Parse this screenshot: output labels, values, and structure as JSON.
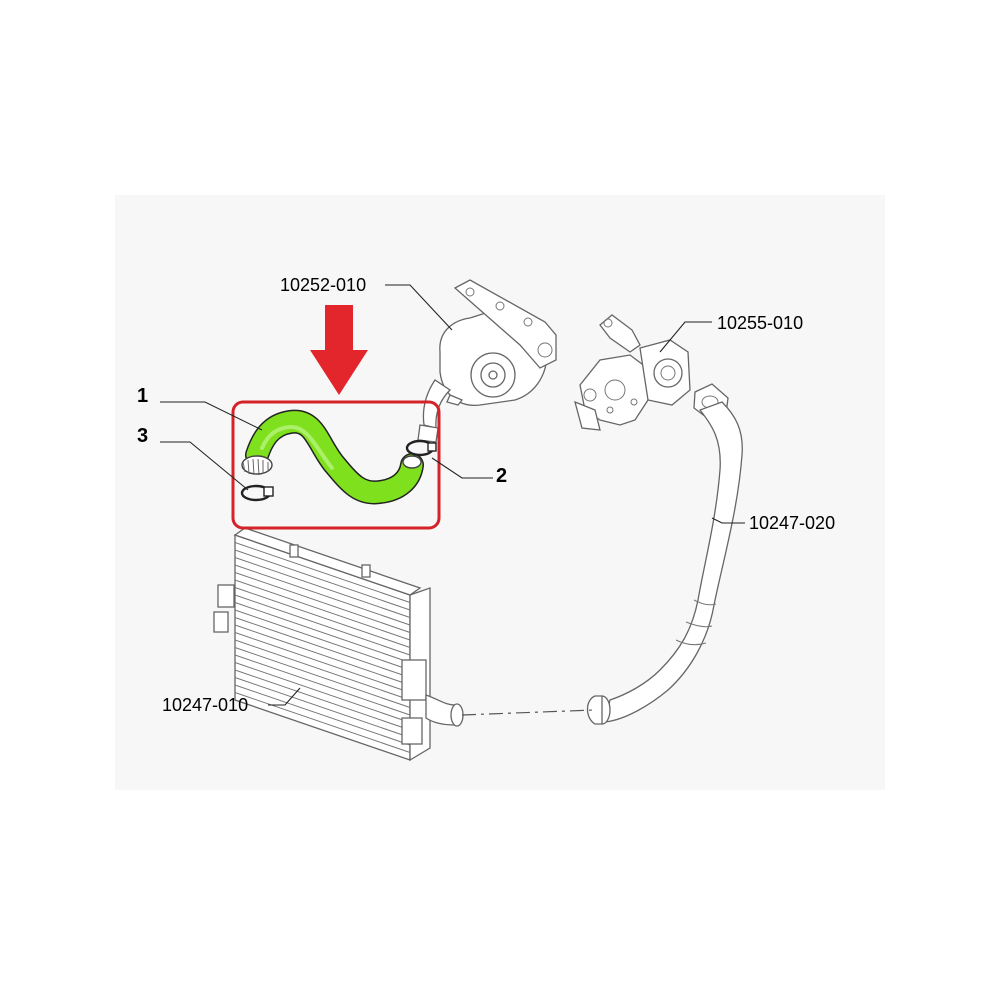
{
  "callouts": {
    "item_1": "1",
    "item_2": "2",
    "item_3": "3"
  },
  "part_labels": {
    "turbocharger": "10252-010",
    "egr_module": "10255-010",
    "outlet_pipe": "10247-020",
    "intercooler": "10247-010"
  },
  "colors": {
    "background": "#ffffff",
    "diagram_panel": "#f7f7f7",
    "highlight_hose": "#7fe01e",
    "highlight_box": "#d5232a",
    "arrow": "#e2262b"
  },
  "icons": {
    "pointer_arrow": "down-arrow-icon"
  }
}
